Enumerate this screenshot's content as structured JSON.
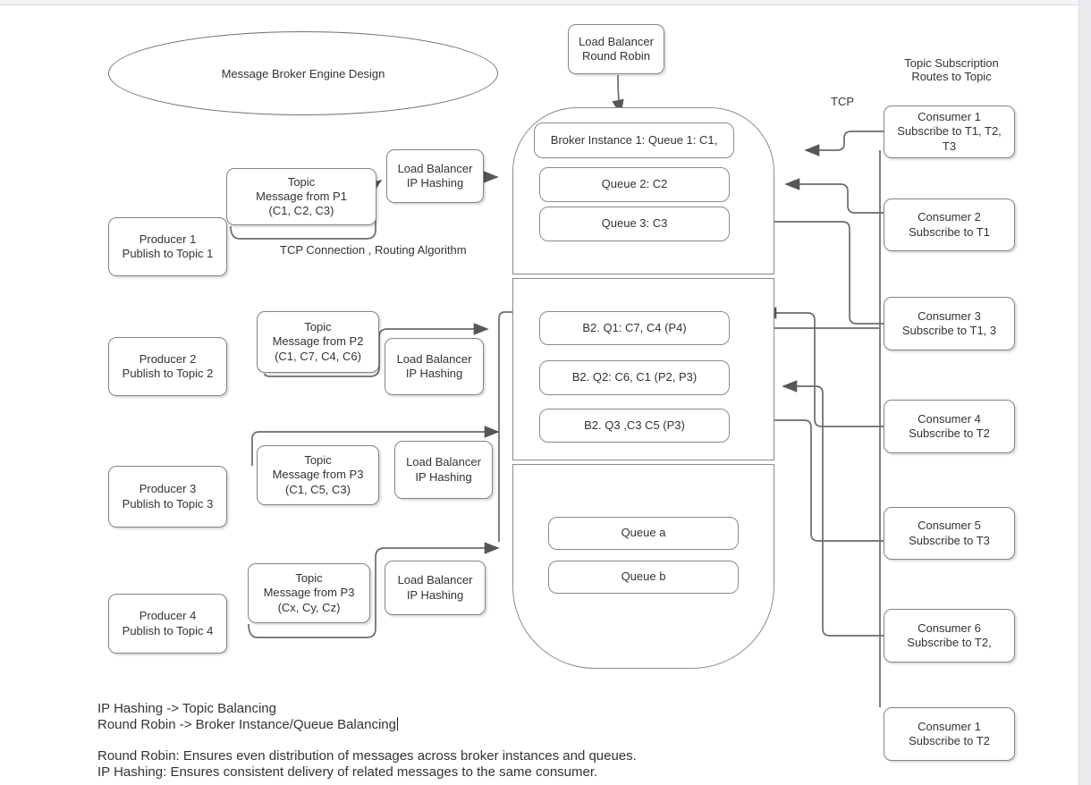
{
  "title": "Message Broker Engine Design",
  "top_balancer": {
    "line1": "Load Balancer",
    "line2": "Round Robin"
  },
  "labels": {
    "topic_subscription_line1": "Topic Subscription",
    "topic_subscription_line2": "Routes to Topic",
    "tcp": "TCP",
    "tcp_connection": "TCP Connection , Routing Algorithm"
  },
  "producers": [
    {
      "name": "Producer 1",
      "action": "Publish to Topic 1"
    },
    {
      "name": "Producer 2",
      "action": "Publish to Topic 2"
    },
    {
      "name": "Producer 3",
      "action": "Publish to Topic 3"
    },
    {
      "name": "Producer 4",
      "action": "Publish to Topic 4"
    }
  ],
  "topics": [
    {
      "title": "Topic",
      "from": "Message from P1",
      "routes": "(C1, C2, C3)"
    },
    {
      "title": "Topic",
      "from": "Message from P2",
      "routes": "(C1, C7, C4, C6)"
    },
    {
      "title": "Topic",
      "from": "Message from P3",
      "routes": "(C1, C5,  C3)"
    },
    {
      "title": "Topic",
      "from": "Message from P3",
      "routes": "(Cx, Cy, Cz)"
    }
  ],
  "load_balancers": [
    {
      "line1": "Load Balancer",
      "line2": "IP Hashing"
    },
    {
      "line1": "Load Balancer",
      "line2": "IP Hashing"
    },
    {
      "line1": "Load Balancer",
      "line2": "IP Hashing"
    },
    {
      "line1": "Load Balancer",
      "line2": "IP Hashing"
    }
  ],
  "broker": {
    "instance1": {
      "q1": "Broker Instance 1: Queue 1: C1,",
      "q2": "Queue 2: C2",
      "q3": "Queue 3: C3"
    },
    "instance2": {
      "q1": "B2. Q1: C7, C4 (P4)",
      "q2": "B2. Q2: C6, C1 (P2, P3)",
      "q3": "B2. Q3 ,C3 C5 (P3)"
    },
    "instance3": {
      "qa": "Queue a",
      "qb": "Queue b"
    }
  },
  "consumers": [
    {
      "name": "Consumer 1",
      "sub": "Subscribe to T1, T2, T3"
    },
    {
      "name": "Consumer 2",
      "sub": "Subscribe to T1"
    },
    {
      "name": "Consumer 3",
      "sub": "Subscribe to T1, 3"
    },
    {
      "name": "Consumer 4",
      "sub": "Subscribe to T2"
    },
    {
      "name": "Consumer 5",
      "sub": "Subscribe to T3"
    },
    {
      "name": "Consumer 6",
      "sub": "Subscribe to T2,"
    },
    {
      "name": "Consumer 1",
      "sub": "Subscribe to T2"
    }
  ],
  "notes": {
    "line1": "IP Hashing -> Topic Balancing",
    "line2": "Round Robin -> Broker Instance/Queue Balancing",
    "line3": "Round Robin: Ensures even distribution of messages across broker instances and queues.",
    "line4": "IP Hashing: Ensures consistent delivery of related messages to the same consumer."
  },
  "colors": {
    "line": "#666666",
    "arrow": "#575757",
    "border": "#848484",
    "text": "#333333"
  }
}
